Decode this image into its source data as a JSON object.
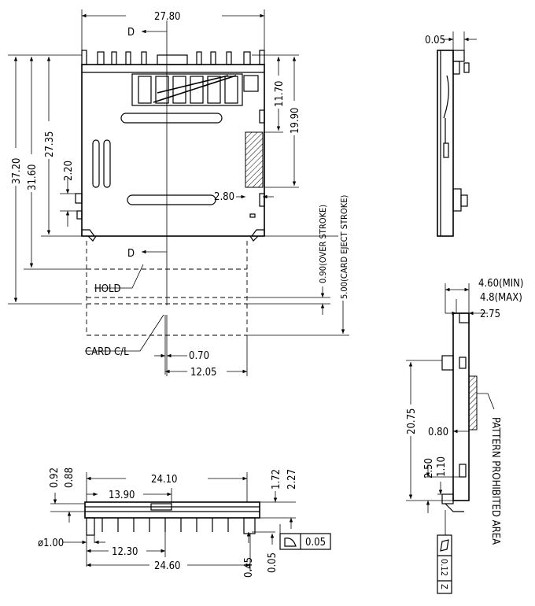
{
  "top_view": {
    "width": "27.80",
    "h_37_20": "37.20",
    "h_31_60": "31.60",
    "h_27_35": "27.35",
    "h_2_20": "2.20",
    "h_11_70": "11.70",
    "h_19_90": "19.90",
    "d_2_80": "2.80",
    "over_stroke": "0.90(OVER STROKE)",
    "eject_stroke": "5.00(CARD EJECT STROKE)",
    "hold": "HOLD",
    "card_cl": "CARD C/L",
    "d_0_70": "0.70",
    "d_12_05": "12.05",
    "datum_top": "D",
    "datum_mid": "D"
  },
  "side_view_top_right": {
    "d_0_05": "0.05"
  },
  "side_view_right": {
    "d_4_60": "4.60(MIN)",
    "d_4_8": "4.8(MAX)",
    "d_2_75": "2.75",
    "d_20_75": "20.75",
    "d_0_80": "0.80",
    "d_2_50": "2.50",
    "d_1_10": "1.10",
    "pattern_label": "PATTERN PROHIBITED AREA",
    "tol_value": "0.12",
    "tol_datum": "Z"
  },
  "front_view": {
    "d_24_10": "24.10",
    "d_13_90": "13.90",
    "d_0_92": "0.92",
    "d_0_88": "0.88",
    "d_1_72": "1.72",
    "d_2_27": "2.27",
    "d_phi_1_00": "ø1.00",
    "d_12_30": "12.30",
    "d_24_60": "24.60",
    "d_0_45": "0.45",
    "d_0_05": "0.05",
    "tol_value": "0.05"
  }
}
